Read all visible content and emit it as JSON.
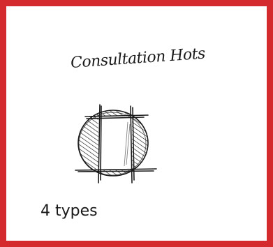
{
  "title": "Consultation Hots",
  "caption": "4 types",
  "colors": {
    "frame": "#d42a2e",
    "ink": "#1a1a1a",
    "background": "#ffffff"
  },
  "icons": [
    "hatched-circle-with-rectangle-sketch"
  ]
}
